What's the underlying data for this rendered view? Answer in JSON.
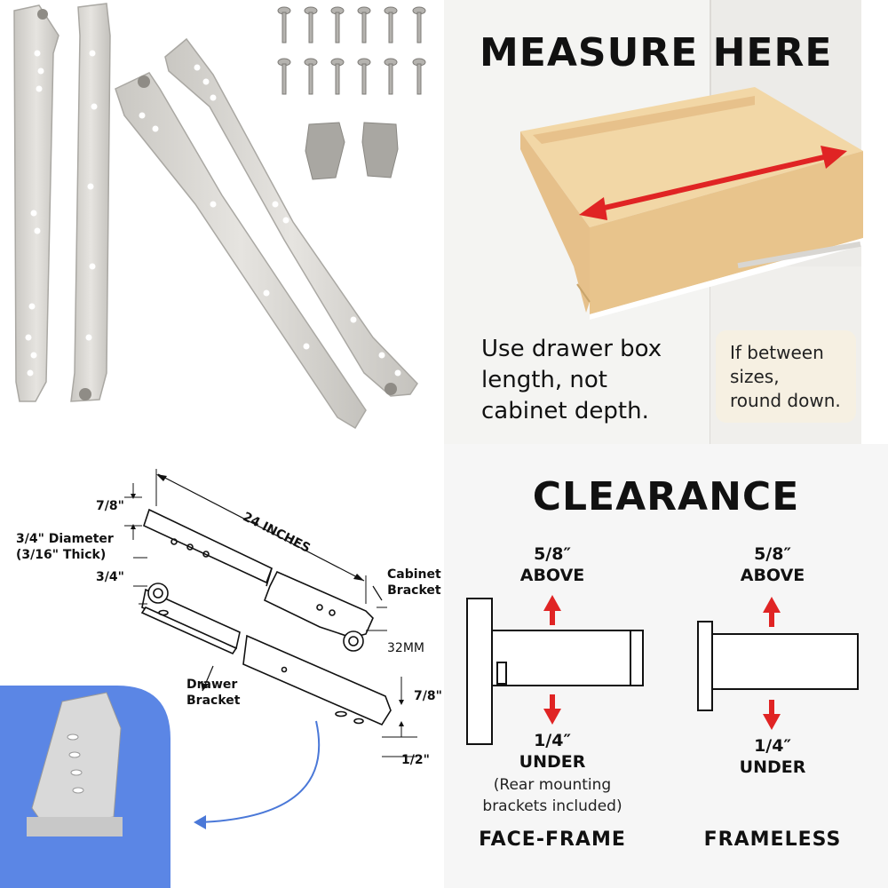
{
  "measure": {
    "heading": "MEASURE HERE",
    "instruction_lines": [
      "Use drawer box",
      "length, not",
      "cabinet depth."
    ],
    "note_lines": [
      "If between",
      "sizes,",
      "round down."
    ]
  },
  "diagram": {
    "length_label": "24 INCHES",
    "top_height_label": "7/8\"",
    "roller_diameter_lines": [
      "3/4\" Diameter",
      "(3/16\" Thick)"
    ],
    "roller_offset_label": "3/4\"",
    "cabinet_bracket_lines": [
      "Cabinet",
      "Bracket"
    ],
    "hole_spacing_label": "32MM",
    "drawer_bracket_lines": [
      "Drawer",
      "Bracket"
    ],
    "bottom_height_label": "7/8\"",
    "bottom_width_label": "1/2\""
  },
  "clearance": {
    "heading": "CLEARANCE",
    "face_frame": {
      "above_value": "5/8″",
      "above_label": "ABOVE",
      "under_value": "1/4″",
      "under_label": "UNDER",
      "note_lines": [
        "(Rear mounting",
        "brackets included)"
      ],
      "title": "FACE-FRAME"
    },
    "frameless": {
      "above_value": "5/8″",
      "above_label": "ABOVE",
      "under_value": "1/4″",
      "under_label": "UNDER",
      "title": "FRAMELESS"
    }
  },
  "colors": {
    "arrow_red": "#e02424",
    "drawer_wood": "#e8c48c",
    "slide_metal": "#dcdad6",
    "inset_blue": "#5b86e5"
  }
}
